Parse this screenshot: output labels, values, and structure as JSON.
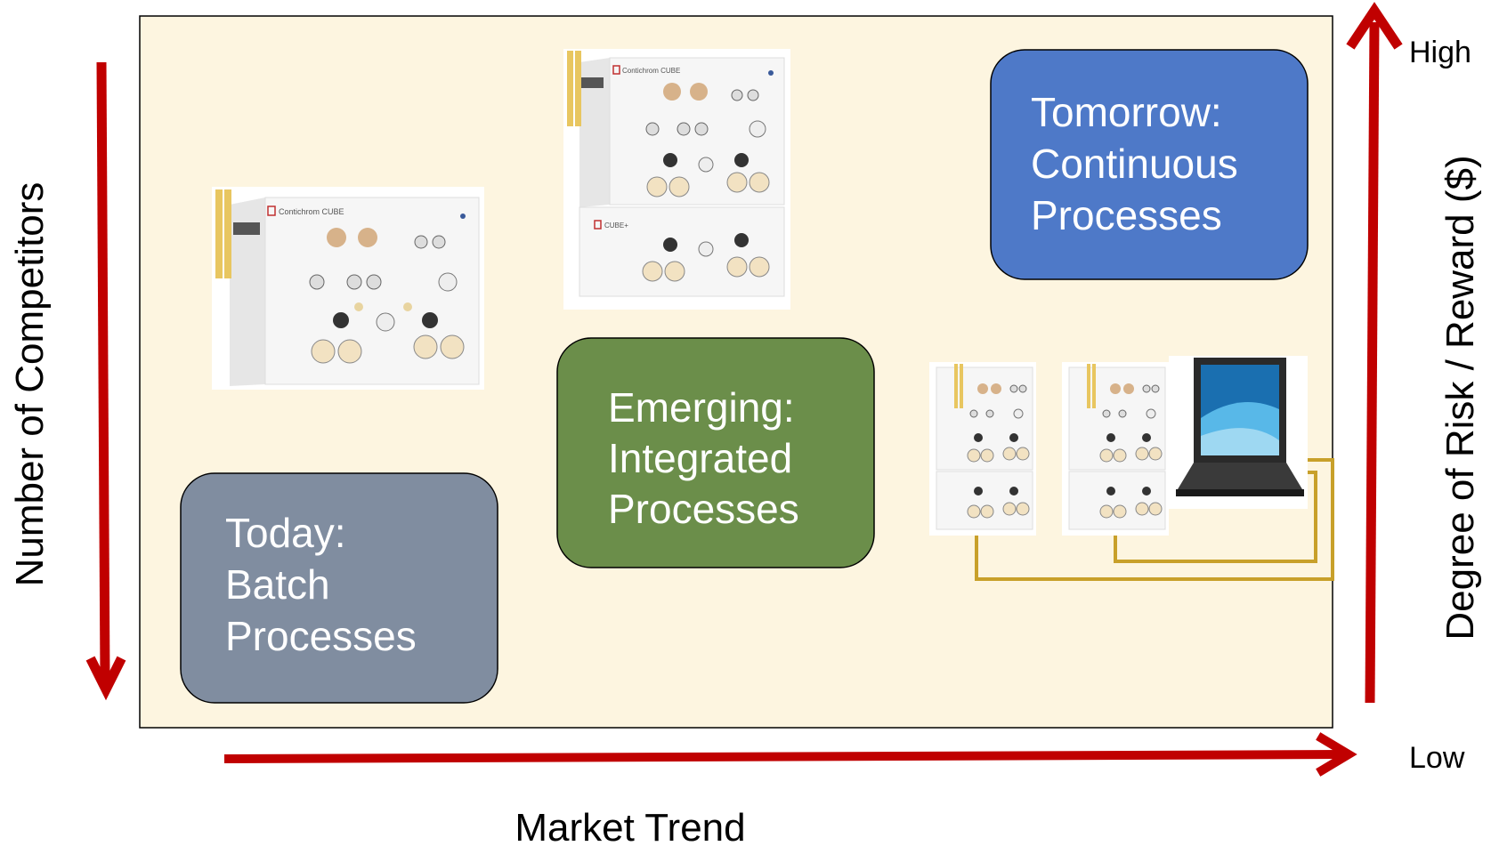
{
  "colors": {
    "background_panel": "#fdf5e0",
    "arrow": "#c00000",
    "today_box": "#808da0",
    "emerging_box": "#6b8e4a",
    "tomorrow_box": "#4e79c8",
    "connector": "#c8a02a"
  },
  "axes": {
    "x_label": "Market Trend",
    "left_label": "Number of Competitors",
    "right_label": "Degree of Risk / Reward ($)",
    "high_label": "High",
    "low_label": "Low"
  },
  "boxes": {
    "today": {
      "lines": [
        "Today:",
        "Batch",
        "Processes"
      ]
    },
    "emerging": {
      "lines": [
        "Emerging:",
        "Integrated",
        "Processes"
      ]
    },
    "tomorrow": {
      "lines": [
        "Tomorrow:",
        "Continuous",
        "Processes"
      ]
    }
  },
  "equipment": {
    "single_unit_label": "Contichrom CUBE",
    "stacked_unit_label": "Contichrom CUBE",
    "stacked_lower_label": "CUBE+",
    "icons": [
      "chromatography-system-icon",
      "laptop-icon"
    ]
  }
}
